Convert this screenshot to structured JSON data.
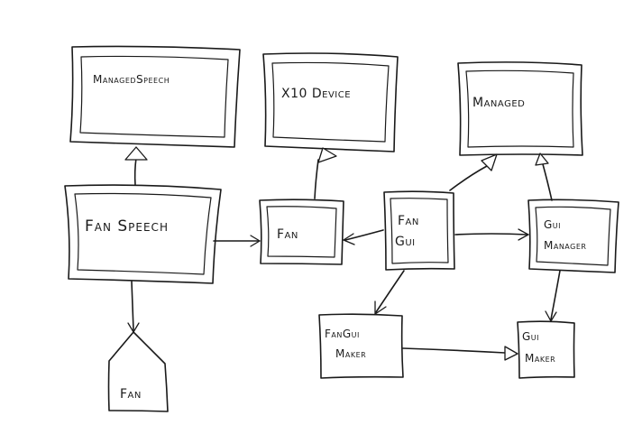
{
  "diagram": {
    "nodes": {
      "managed_speech": {
        "label": "ManagedSpeech",
        "shape": "double-box"
      },
      "x10_device": {
        "label": "X10 Device",
        "shape": "double-box"
      },
      "managed": {
        "label": "Managed",
        "shape": "double-box"
      },
      "fan_speech": {
        "label": "Fan Speech",
        "shape": "double-box"
      },
      "fan": {
        "label": "Fan",
        "shape": "double-box"
      },
      "fan_gui": {
        "label_line1": "Fan",
        "label_line2": "Gui",
        "shape": "double-box"
      },
      "gui_manager": {
        "label_line1": "Gui",
        "label_line2": "Manager",
        "shape": "double-box"
      },
      "fan_gui_maker": {
        "label_line1": "FanGui",
        "label_line2": "Maker",
        "shape": "box"
      },
      "gui_maker": {
        "label_line1": "Gui",
        "label_line2": "Maker",
        "shape": "box"
      },
      "fan_package": {
        "label": "Fan",
        "shape": "pentagon"
      }
    },
    "edges": [
      {
        "from": "fan_speech",
        "to": "managed_speech",
        "kind": "inheritance"
      },
      {
        "from": "fan",
        "to": "x10_device",
        "kind": "inheritance"
      },
      {
        "from": "fan_gui",
        "to": "managed",
        "kind": "inheritance"
      },
      {
        "from": "gui_manager",
        "to": "managed",
        "kind": "inheritance"
      },
      {
        "from": "fan_speech",
        "to": "fan",
        "kind": "association"
      },
      {
        "from": "fan_gui",
        "to": "fan",
        "kind": "association"
      },
      {
        "from": "fan_gui",
        "to": "gui_manager",
        "kind": "association"
      },
      {
        "from": "fan_gui",
        "to": "fan_gui_maker",
        "kind": "association"
      },
      {
        "from": "fan_gui_maker",
        "to": "gui_maker",
        "kind": "inheritance"
      },
      {
        "from": "gui_manager",
        "to": "gui_maker",
        "kind": "association"
      },
      {
        "from": "fan_speech",
        "to": "fan_package",
        "kind": "association"
      }
    ]
  },
  "colors": {
    "ink": "#1a1a1a",
    "paper": "#ffffff"
  }
}
